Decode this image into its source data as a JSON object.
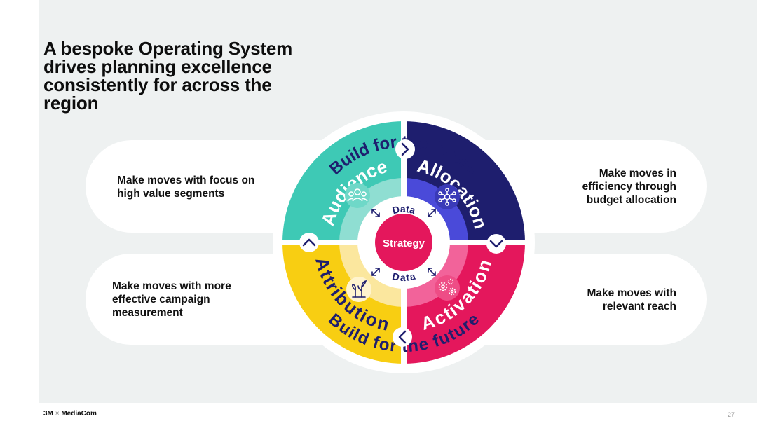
{
  "title": "A bespoke Operating System drives planning excellence consistently for across the region",
  "ring_text_top": "Build for the future",
  "ring_text_bottom": "Build for the future",
  "center_label": "Strategy",
  "data_label_top": "Data",
  "data_label_bottom": "Data",
  "quadrants": {
    "audience": "Audience",
    "allocation": "Allocation",
    "attribution": "Attribution",
    "activation": "Activation"
  },
  "pills": {
    "top_left": "Make moves with focus on high value segments",
    "top_right": "Make moves in efficiency through budget allocation",
    "bottom_left": "Make moves with more effective campaign measurement",
    "bottom_right": "Make moves with relevant reach"
  },
  "footer": {
    "brand_left": "3M",
    "brand_sep": "×",
    "brand_right": "MediaCom",
    "page_number": "27"
  },
  "colors": {
    "audience": "#3ec9b5",
    "allocation": "#1e1e6e",
    "attribution": "#f8ce12",
    "activation": "#e4175c",
    "strategy": "#e4175c",
    "navy": "#1e1e6e"
  }
}
